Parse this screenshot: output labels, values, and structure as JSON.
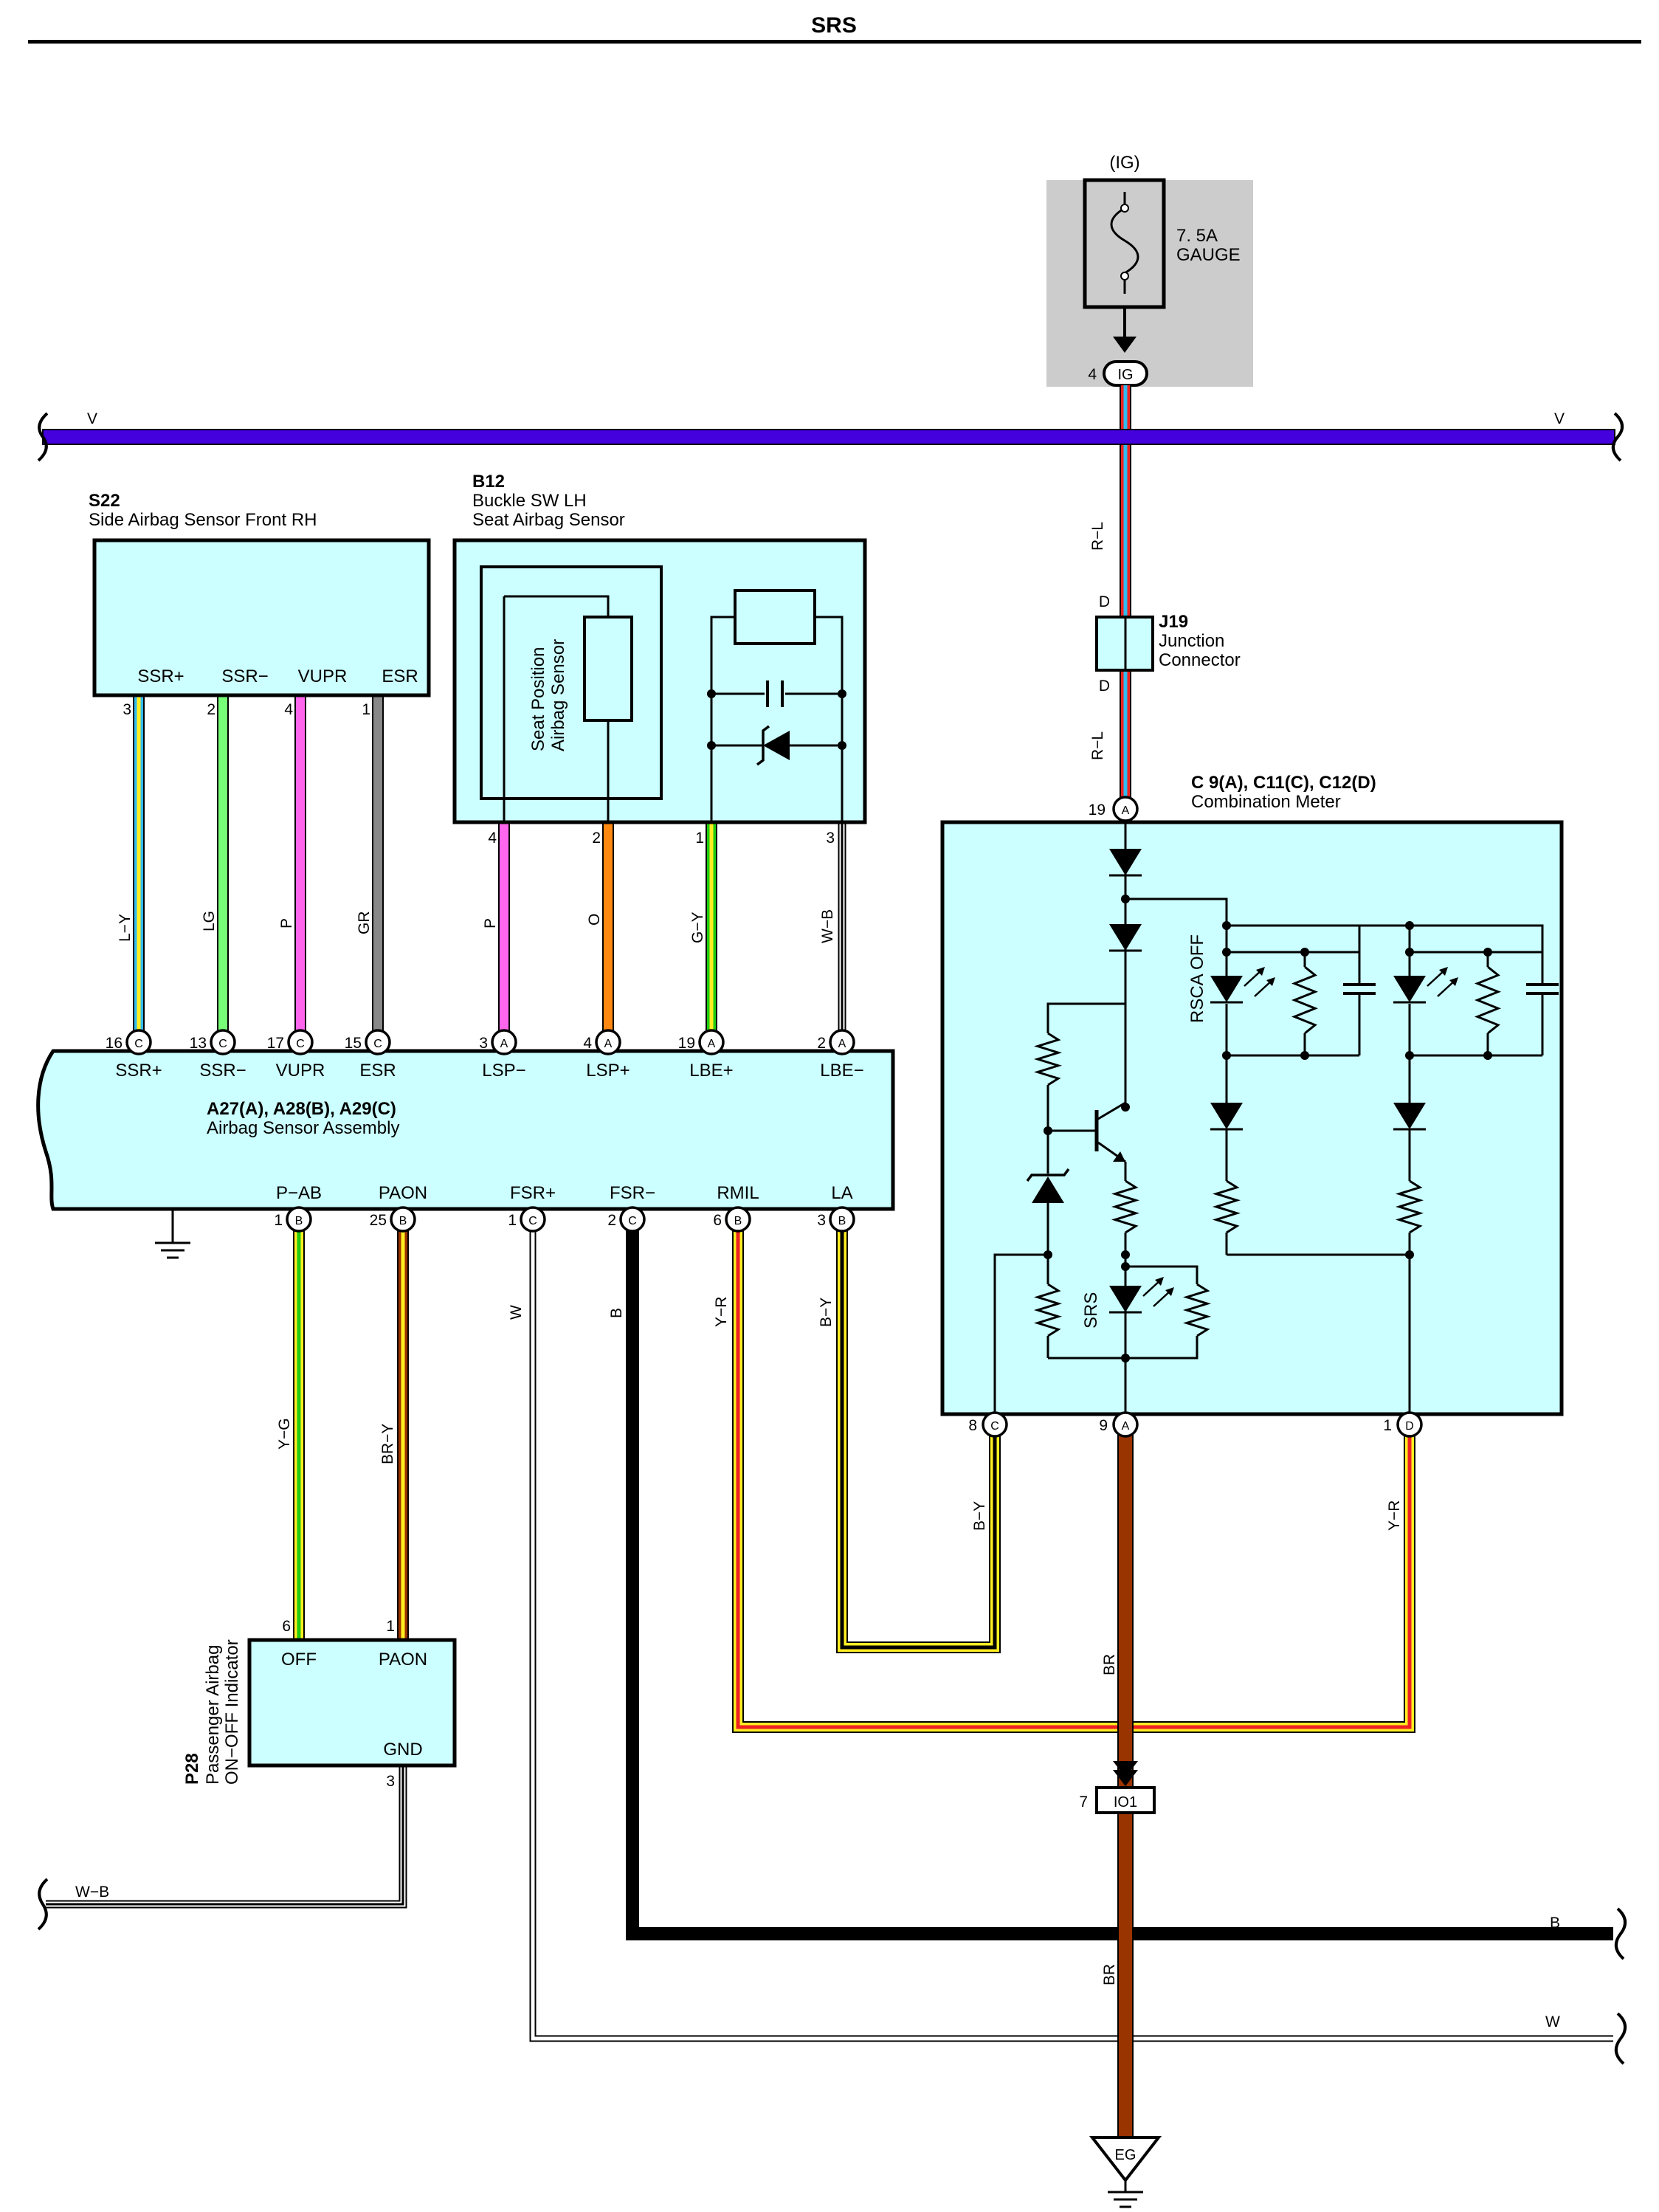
{
  "title": "SRS",
  "colors": {
    "component_fill": "#ccffff",
    "fuse_box_fill": "#cccccc",
    "V": "#4400dd",
    "R": "#ee2222",
    "L": "#33bbee",
    "Y": "#ffee22",
    "LG": "#77ff77",
    "P": "#ff66ee",
    "GR": "#888888",
    "O": "#ff8811",
    "G": "#22cc11",
    "W": "#ffffff",
    "B": "#000000",
    "BR": "#993300"
  },
  "fuse": {
    "position": "(IG)",
    "rating": "7. 5A",
    "name": "GAUGE",
    "pin": "4",
    "connector": "IG"
  },
  "bus_v": {
    "left_label": "V",
    "right_label": "V"
  },
  "s22": {
    "code": "S22",
    "name": "Side Airbag Sensor Front RH",
    "terminals": [
      "SSR+",
      "SSR−",
      "VUPR",
      "ESR"
    ],
    "pins": [
      "3",
      "2",
      "4",
      "1"
    ]
  },
  "b12": {
    "code": "B12",
    "name1": "Buckle SW LH",
    "name2": "Seat Airbag Sensor",
    "sub_line1": "Seat Position",
    "sub_line2": "Airbag Sensor",
    "pins": [
      "4",
      "2",
      "1",
      "3"
    ]
  },
  "j19": {
    "code": "J19",
    "name1": "Junction",
    "name2": "Connector",
    "pin_top": "D",
    "pin_bottom": "D"
  },
  "meter": {
    "code": "C 9(A), C11(C), C12(D)",
    "name": "Combination Meter",
    "top_pin": "19",
    "top_conn": "A",
    "rsca_label": "RSCA OFF",
    "srs_label": "SRS",
    "bottom_pins": [
      {
        "num": "8",
        "conn": "C"
      },
      {
        "num": "9",
        "conn": "A"
      },
      {
        "num": "1",
        "conn": "D"
      }
    ]
  },
  "airbag_assy": {
    "code": "A27(A), A28(B), A29(C)",
    "name": "Airbag Sensor Assembly",
    "top_terms": [
      "SSR+",
      "SSR−",
      "VUPR",
      "ESR",
      "LSP−",
      "LSP+",
      "LBE+",
      "LBE−"
    ],
    "top_pins": [
      {
        "num": "16",
        "conn": "C"
      },
      {
        "num": "13",
        "conn": "C"
      },
      {
        "num": "17",
        "conn": "C"
      },
      {
        "num": "15",
        "conn": "C"
      },
      {
        "num": "3",
        "conn": "A"
      },
      {
        "num": "4",
        "conn": "A"
      },
      {
        "num": "19",
        "conn": "A"
      },
      {
        "num": "2",
        "conn": "A"
      }
    ],
    "bottom_terms": [
      "P−AB",
      "PAON",
      "FSR+",
      "FSR−",
      "RMIL",
      "LA"
    ],
    "bottom_pins": [
      {
        "num": "1",
        "conn": "B"
      },
      {
        "num": "25",
        "conn": "B"
      },
      {
        "num": "1",
        "conn": "C"
      },
      {
        "num": "2",
        "conn": "C"
      },
      {
        "num": "6",
        "conn": "B"
      },
      {
        "num": "3",
        "conn": "B"
      }
    ]
  },
  "p28": {
    "code": "P28",
    "name1": "Passenger Airbag",
    "name2": "ON−OFF Indicator",
    "terms": [
      "OFF",
      "PAON",
      "GND"
    ],
    "pins": [
      "6",
      "1",
      "3"
    ]
  },
  "io1": {
    "pin": "7",
    "connector": "IO1"
  },
  "ground": {
    "label": "EG"
  },
  "wires": {
    "rl_top": "R−L",
    "rl_bot": "R−L",
    "ly": "L−Y",
    "lg": "LG",
    "p1": "P",
    "gr": "GR",
    "p2": "P",
    "o": "O",
    "gy": "G−Y",
    "wb1": "W−B",
    "yg": "Y−G",
    "bry": "BR−Y",
    "w": "W",
    "b": "B",
    "yr": "Y−R",
    "by": "B−Y",
    "by2": "B−Y",
    "yr2": "Y−R",
    "br1": "BR",
    "br2": "BR",
    "wb_left": "W−B",
    "b_right": "B",
    "w_right": "W"
  }
}
